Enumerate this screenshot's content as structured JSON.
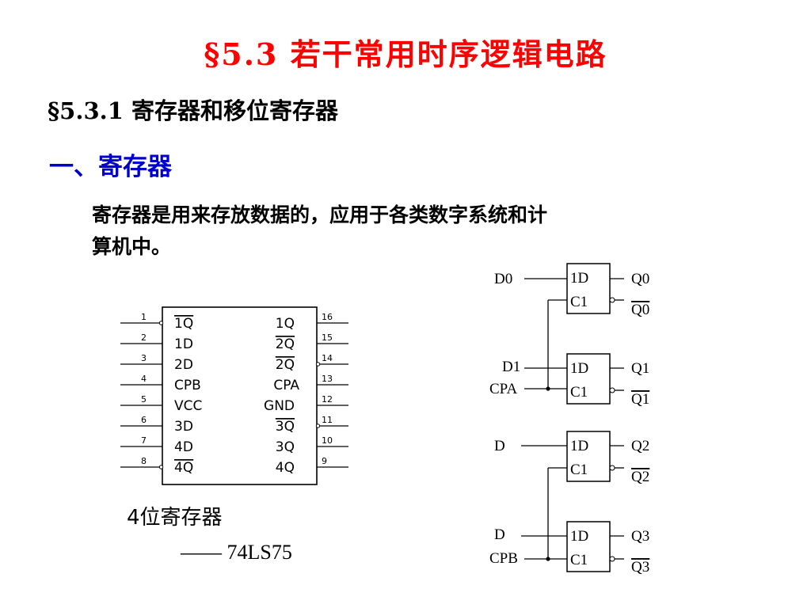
{
  "slide": {
    "title": "§5.3  若干常用时序逻辑电路",
    "subtitle": "§5.3.1  寄存器和移位寄存器",
    "section_heading": "一、寄存器",
    "paragraph_line1": "寄存器是用来存放数据的，应用于各类数字系统和计",
    "paragraph_line2": "算机中。"
  },
  "chip": {
    "caption": "4位寄存器",
    "part_number": "—— 74LS75",
    "left_pins": [
      {
        "num": "1",
        "label": "1Q"
      },
      {
        "num": "2",
        "label": "1D"
      },
      {
        "num": "3",
        "label": "2D"
      },
      {
        "num": "4",
        "label": "CPB"
      },
      {
        "num": "5",
        "label": "VCC"
      },
      {
        "num": "6",
        "label": "3D"
      },
      {
        "num": "7",
        "label": "4D"
      },
      {
        "num": "8",
        "label": "4Q"
      }
    ],
    "right_pins": [
      {
        "num": "16",
        "label": "1Q"
      },
      {
        "num": "15",
        "label": "2Q"
      },
      {
        "num": "14",
        "label": "2Q"
      },
      {
        "num": "13",
        "label": "CPA"
      },
      {
        "num": "12",
        "label": "GND"
      },
      {
        "num": "11",
        "label": "3Q"
      },
      {
        "num": "10",
        "label": "3Q"
      },
      {
        "num": "9",
        "label": "4Q"
      }
    ]
  },
  "latches": {
    "d_input_label": "1D",
    "clock_input_label": "C1",
    "inputs": [
      "D0",
      "D1",
      "D",
      "D"
    ],
    "clock_a": "CPA",
    "clock_b": "CPB",
    "outputs": [
      "Q0",
      "Q1",
      "Q2",
      "Q3"
    ]
  },
  "colors": {
    "title": "#ff0000",
    "section_heading": "#0000cc",
    "text": "#000000"
  }
}
